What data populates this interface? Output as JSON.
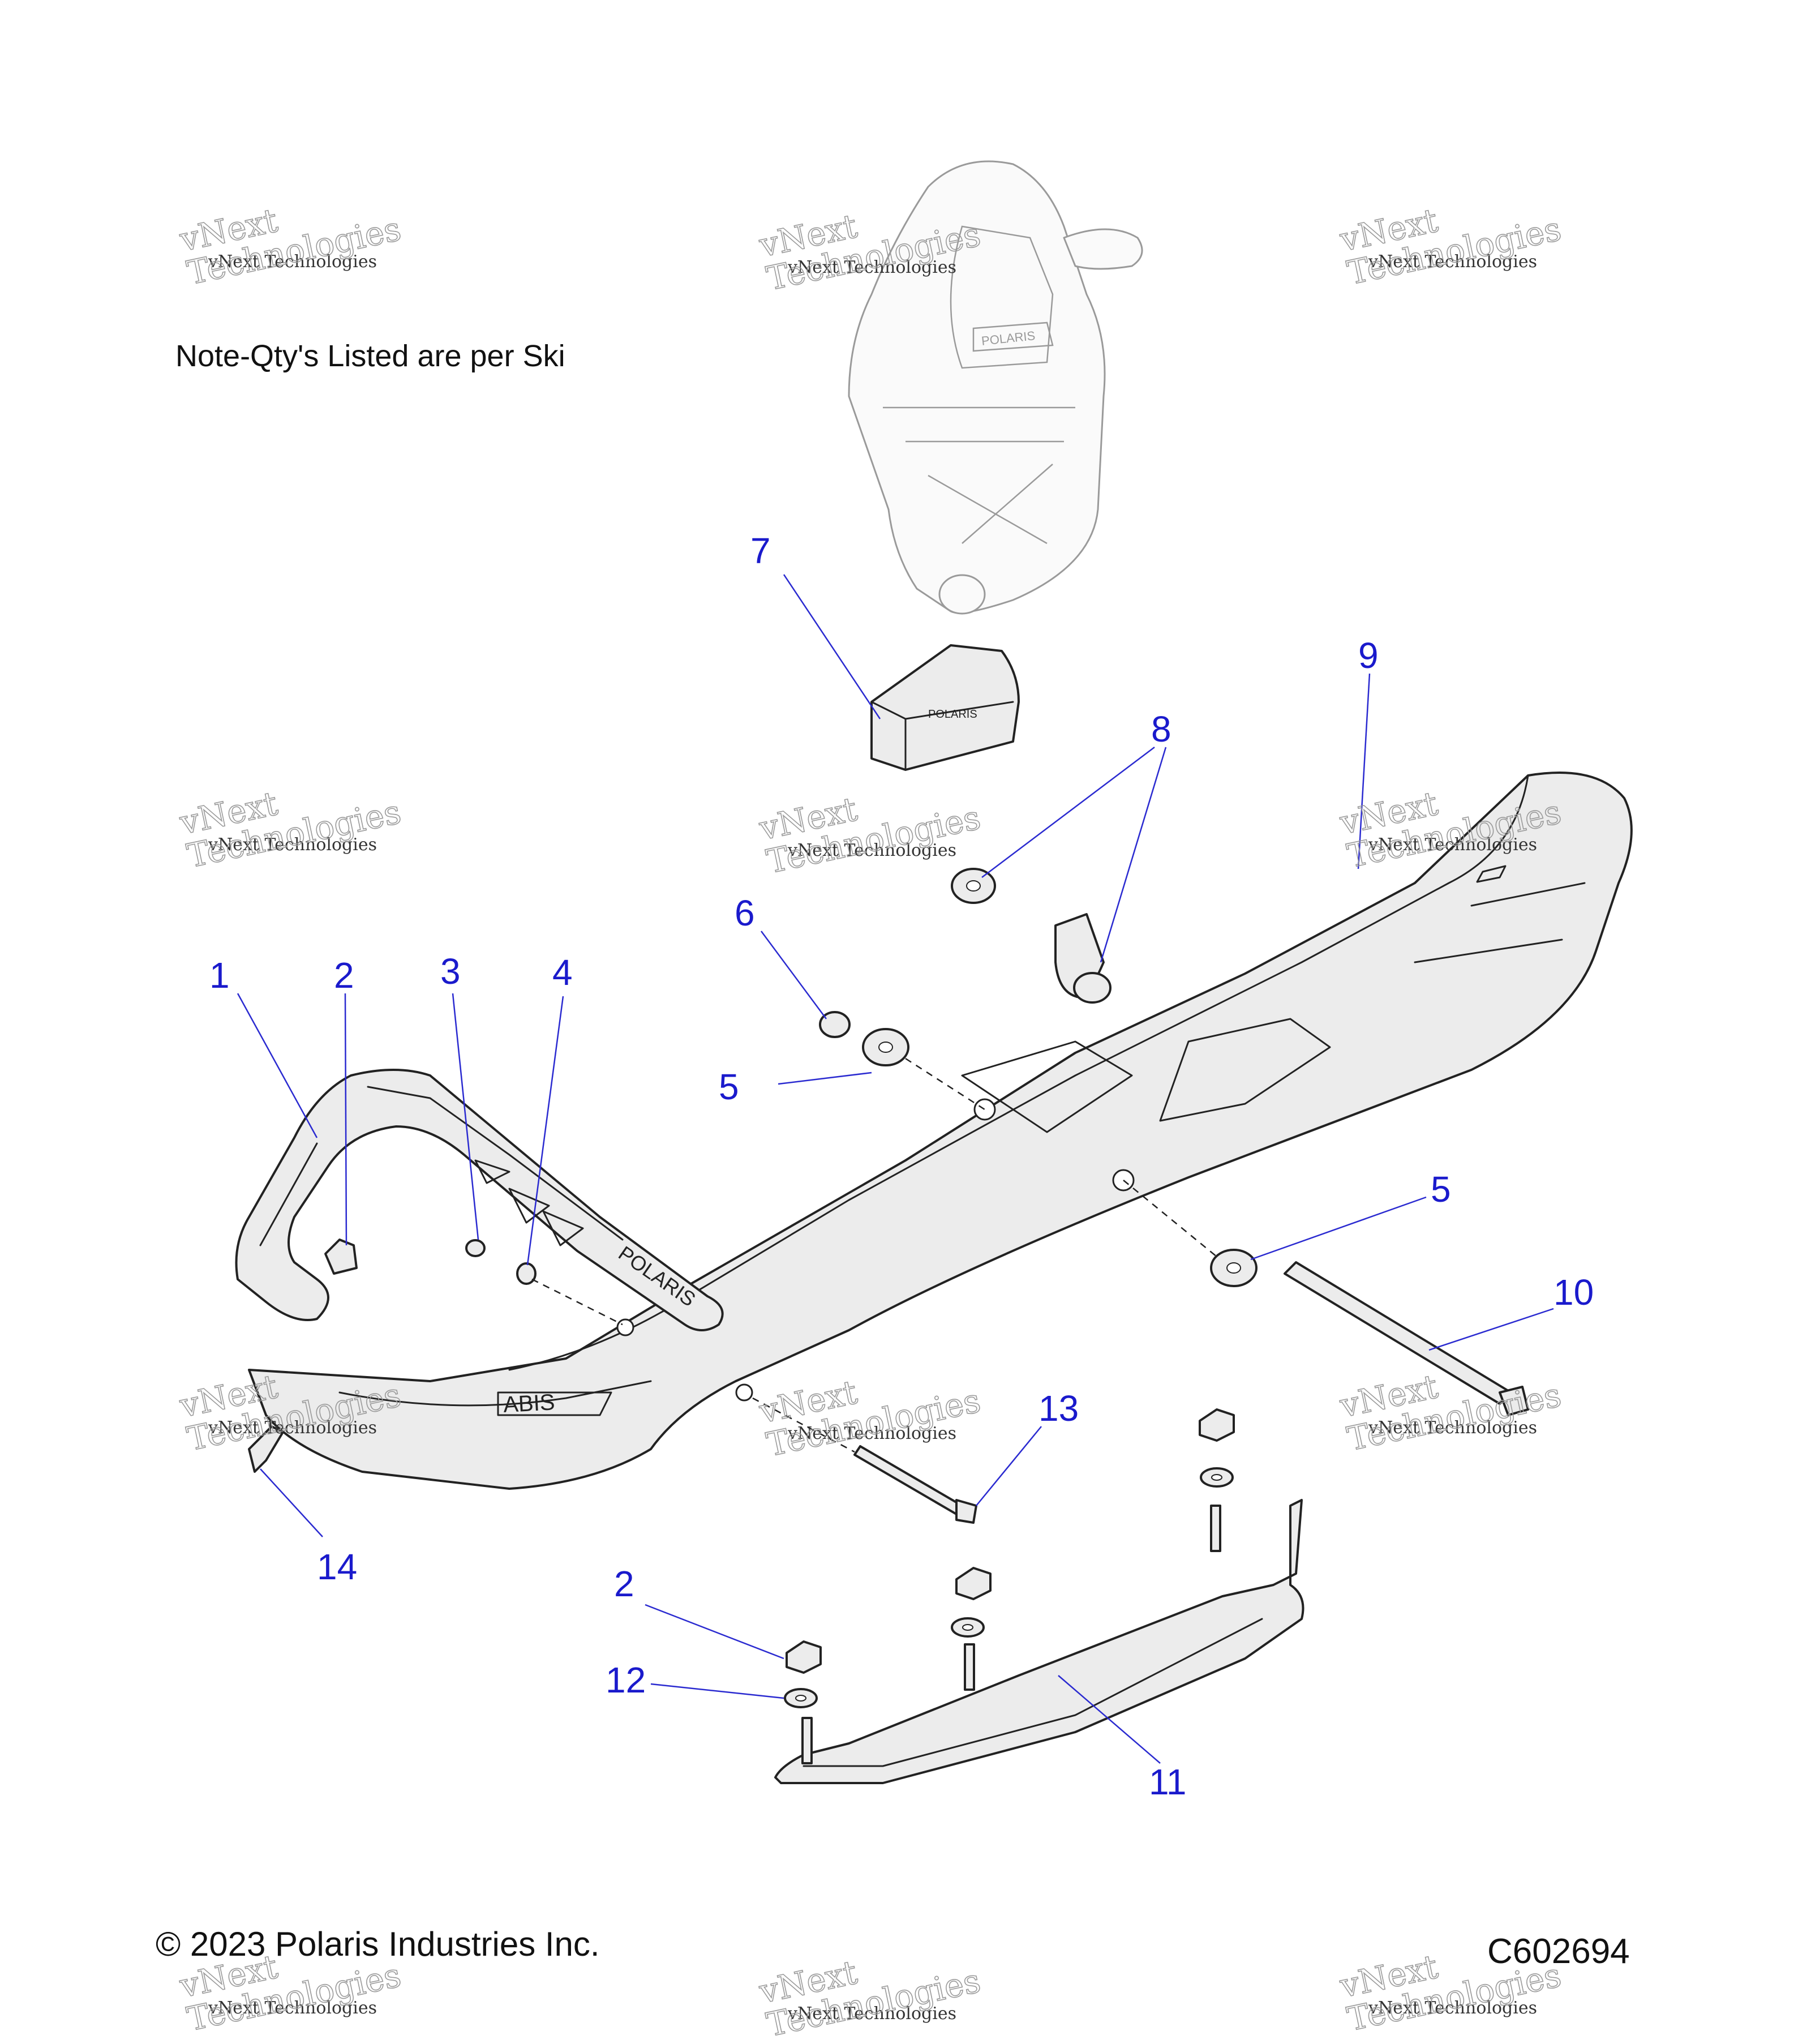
{
  "note": "Note-Qty's Listed are per Ski",
  "copyright": "© 2023 Polaris Industries Inc.",
  "diagram_code": "C602694",
  "watermark": {
    "line1": "vNext Technologies",
    "line2": "vNext\nTechnologies"
  },
  "callouts": [
    {
      "id": "c1",
      "label": "1"
    },
    {
      "id": "c2a",
      "label": "2"
    },
    {
      "id": "c3",
      "label": "3"
    },
    {
      "id": "c4",
      "label": "4"
    },
    {
      "id": "c5a",
      "label": "5"
    },
    {
      "id": "c5b",
      "label": "5"
    },
    {
      "id": "c6",
      "label": "6"
    },
    {
      "id": "c7",
      "label": "7"
    },
    {
      "id": "c8",
      "label": "8"
    },
    {
      "id": "c9",
      "label": "9"
    },
    {
      "id": "c10",
      "label": "10"
    },
    {
      "id": "c11",
      "label": "11"
    },
    {
      "id": "c12",
      "label": "12"
    },
    {
      "id": "c13",
      "label": "13"
    },
    {
      "id": "c14",
      "label": "14"
    },
    {
      "id": "c2b",
      "label": "2"
    }
  ],
  "colors": {
    "callout": "#1a1acc",
    "part_fill": "#ececec",
    "outline": "#222222"
  }
}
